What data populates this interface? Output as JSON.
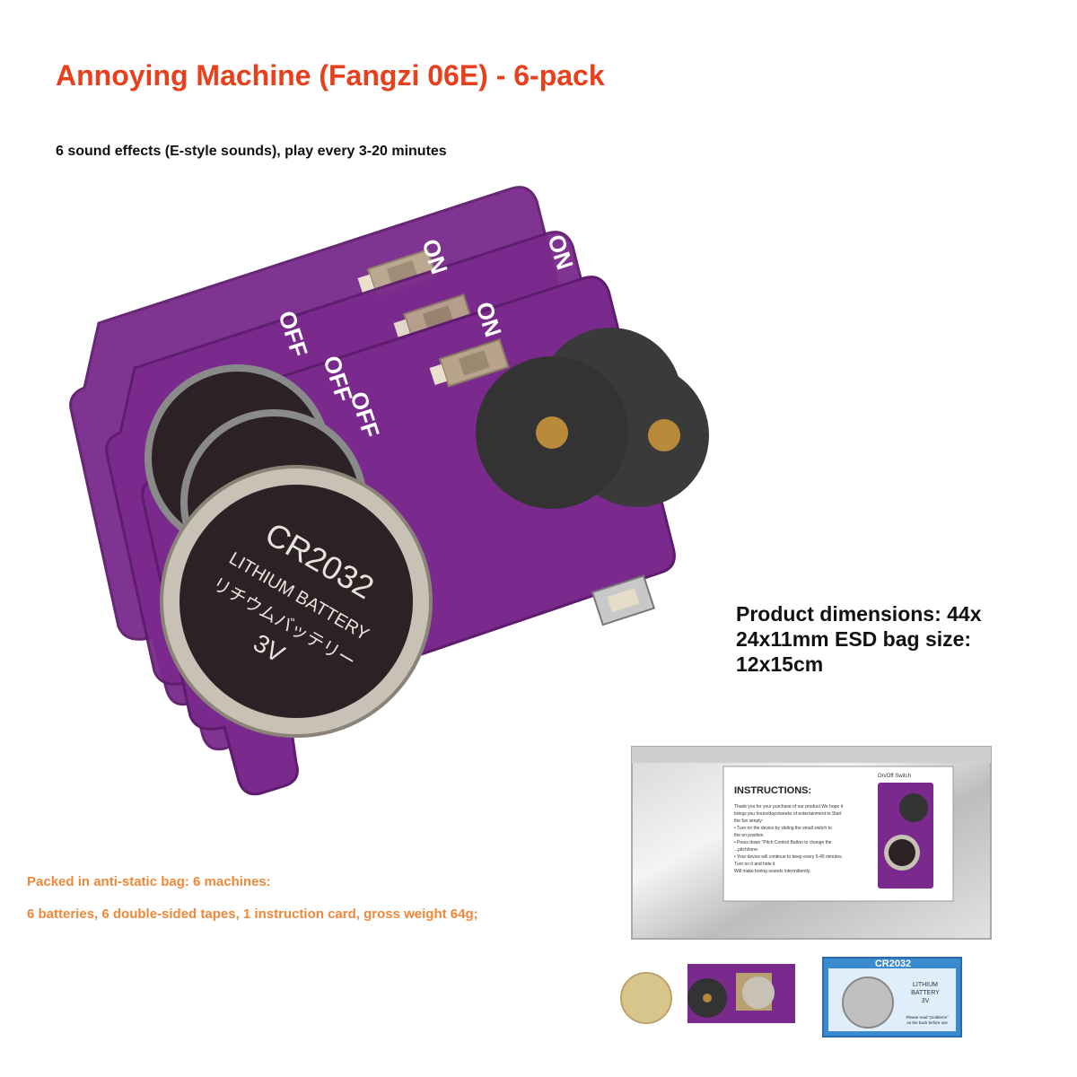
{
  "header": {
    "title": "Annoying Machine (Fangzi 06E) - 6-pack",
    "subtitle": "6 sound effects (E-style sounds), play every 3-20 minutes"
  },
  "specs": {
    "dimensions": "Product dimensions: 44x 24x11mm   ESD bag size: 12x15cm"
  },
  "package": {
    "line1": "Packed in anti-static bag: 6 machines:",
    "line2": "6 batteries, 6 double-sided tapes, 1 instruction card, gross weight 64g;"
  },
  "board": {
    "on_label": "ON",
    "off_label": "OFF",
    "battery_model": "CR2032",
    "battery_line1": "LITHIUM BATTERY",
    "battery_line2": "リチウムバッテリー",
    "battery_voltage": "3V"
  },
  "bag_card": {
    "heading": "INSTRUCTIONS:",
    "switch_label": "On/Off Switch",
    "lines": [
      "Thank you for your purchase of our product.We hope it",
      "brings you hours/days/weeks of entertainment to Start",
      "the fun simply:",
      "• Turn on the device by sliding the small switch to",
      "the on position",
      "• Press down \"Pitch Control Button to change the",
      "...pitch/tone.",
      "• Your device will continue to beep every 5-45 minutes.",
      "Turn on it and hide it",
      "Will make boring sounds intermittently."
    ]
  },
  "battery_pack": {
    "model": "CR2032",
    "line1": "LITHIUM",
    "line2": "BATTERY",
    "voltage": "3V",
    "note1": "Please read \"problems\"",
    "note2": "on the back before use"
  },
  "colors": {
    "title": "#e8401c",
    "package_text": "#f0883a",
    "pcb": "#7a2a8c",
    "pcb_edge": "#5e1c6e",
    "buzzer": "#3a3a3a"
  }
}
